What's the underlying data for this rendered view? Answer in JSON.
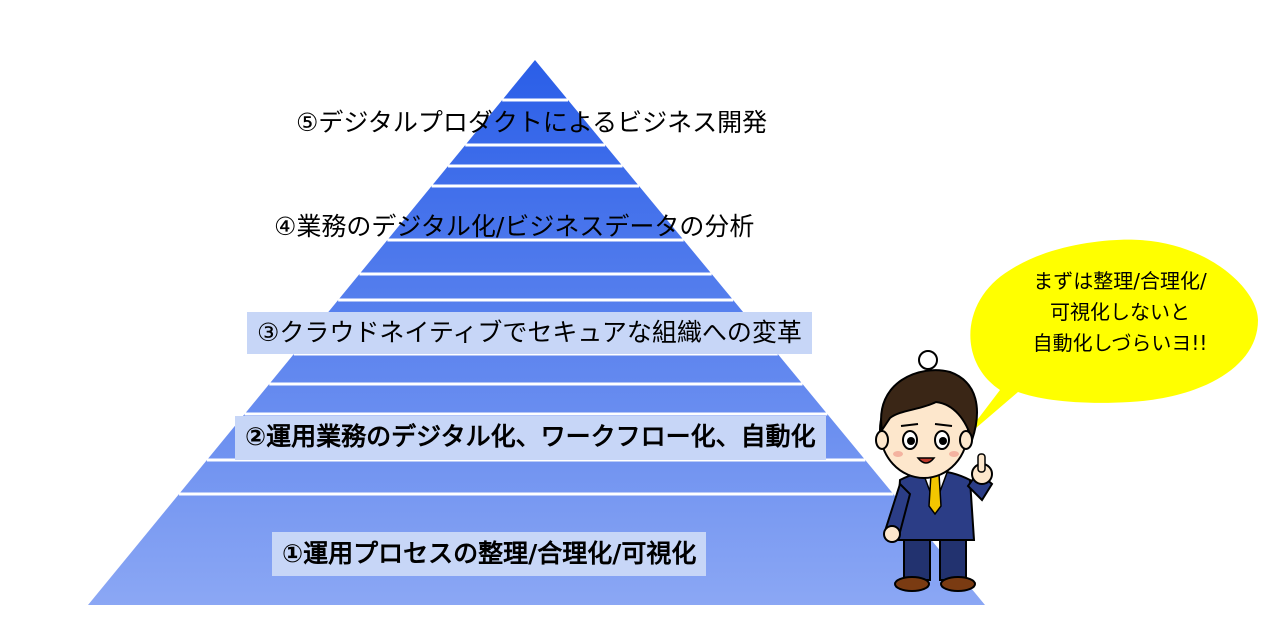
{
  "pyramid": {
    "levels": [
      {
        "label": "①運用プロセスの整理/合理化/可視化",
        "bold": true,
        "boxed": true
      },
      {
        "label": "②運用業務のデジタル化、ワークフロー化、自動化",
        "bold": true,
        "boxed": true
      },
      {
        "label": "③クラウドネイティブでセキュアな組織への変革",
        "bold": false,
        "boxed": true
      },
      {
        "label": "④業務のデジタル化/ビジネスデータの分析",
        "bold": false,
        "boxed": false
      },
      {
        "label": "⑤デジタルプロダクトによるビジネス開発",
        "bold": false,
        "boxed": false
      }
    ],
    "colors": {
      "band_top": "#2a5ee8",
      "band_bottom": "#8ba7f4",
      "label_box": "#c7d6f7",
      "stripe": "#ffffff"
    }
  },
  "speech_bubble": {
    "lines": [
      "まずは整理/合理化/",
      "可視化しないと",
      "自動化しづらいヨ!!"
    ],
    "color": "#ffff00"
  },
  "character": {
    "description_icon": "businessman-pointing-icon",
    "suit_color": "#2b3d86",
    "tie_color": "#f2c600"
  }
}
